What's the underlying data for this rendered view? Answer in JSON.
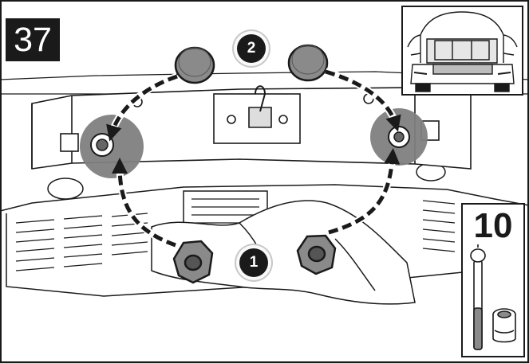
{
  "step": {
    "number": "37"
  },
  "callouts": {
    "first": "1",
    "second": "2"
  },
  "tool": {
    "socket_size": "10"
  },
  "colors": {
    "outline": "#1a1a1a",
    "part_fill": "#8a8a8a",
    "highlight": "#808080",
    "badge_bg": "#1a1a1a"
  },
  "icons": {
    "socket_wrench": "socket-wrench-icon",
    "socket": "socket-icon",
    "vehicle_rear": "vehicle-rear-icon"
  }
}
